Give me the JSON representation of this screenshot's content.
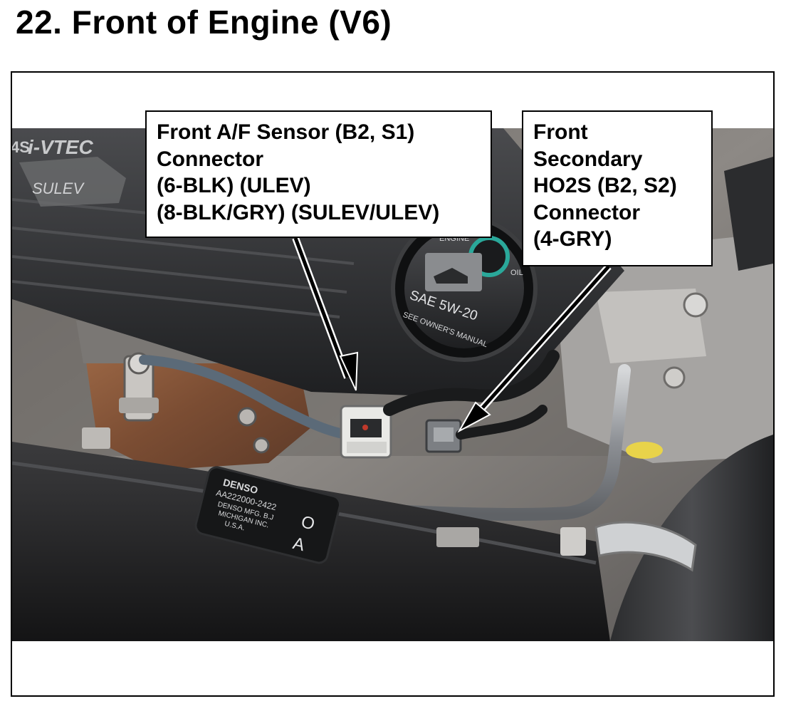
{
  "page": {
    "title": "22.  Front of Engine (V6)"
  },
  "engine_cover": {
    "emblem": "i-VTEC",
    "badge": "SULEV",
    "prefix": "4S"
  },
  "oil_cap": {
    "top": "ENGINE",
    "side": "OIL",
    "grade": "SAE 5W-20",
    "note": "SEE OWNER'S MANUAL"
  },
  "sensor_tag": {
    "brand": "DENSO",
    "part": "AA222000-2422",
    "maker": "DENSO MFG. B.J",
    "city": "MICHIGAN INC.",
    "country": "U.S.A.",
    "mark1": "O",
    "mark2": "A"
  },
  "callouts": [
    {
      "lines": [
        "Front A/F Sensor (B2, S1)",
        "Connector",
        "(6-BLK) (ULEV)",
        "(8-BLK/GRY) (SULEV/ULEV)"
      ]
    },
    {
      "lines": [
        "Front",
        "Secondary",
        "HO2S (B2, S2)",
        "Connector",
        "(4-GRY)"
      ]
    }
  ],
  "colors": {
    "cover": "#2e2e30",
    "manifold": "#8a5a3c",
    "pipe": "#9fa3a8",
    "cap": "#1d1f22",
    "cap_ring": "#2aa89a"
  }
}
